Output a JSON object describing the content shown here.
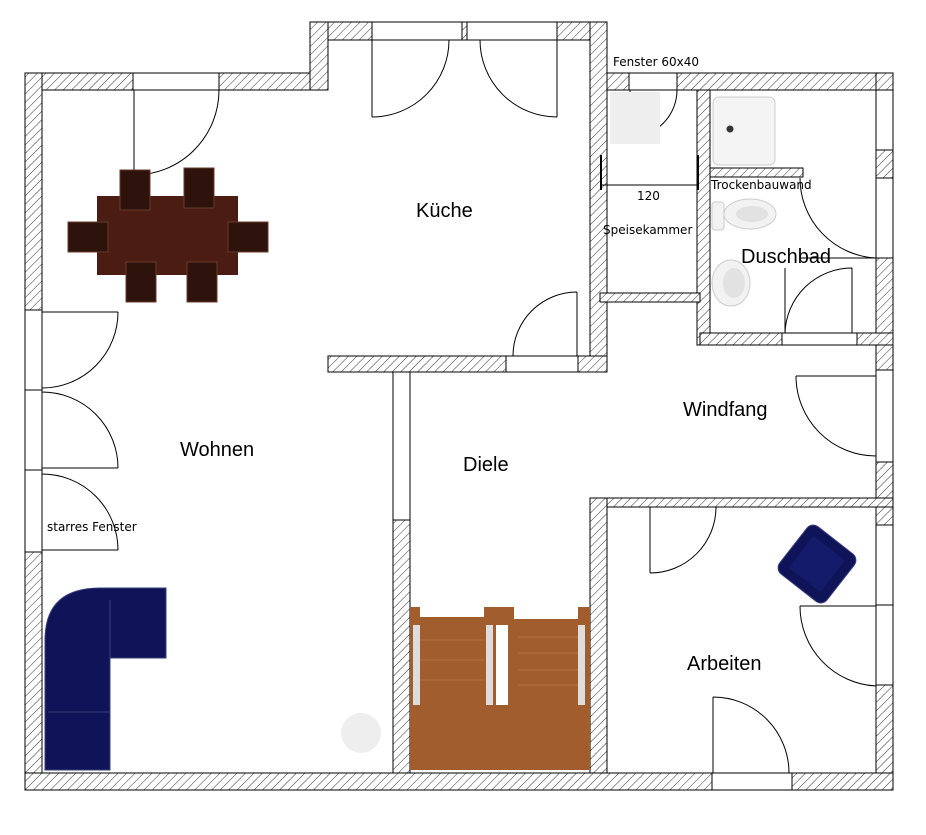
{
  "rooms": {
    "kueche": "Küche",
    "duschbad": "Duschbad",
    "wohnen": "Wohnen",
    "diele": "Diele",
    "windfang": "Windfang",
    "arbeiten": "Arbeiten",
    "speisekammer": "Speisekammer"
  },
  "annotations": {
    "fenster": "Fenster 60x40",
    "trockenbauwand": "Trockenbauwand",
    "dimension": "120",
    "starres_fenster": "starres Fenster"
  },
  "colors": {
    "table": "#4a1c12",
    "sofa": "#0e1457",
    "stairs": "#a25d2f"
  }
}
